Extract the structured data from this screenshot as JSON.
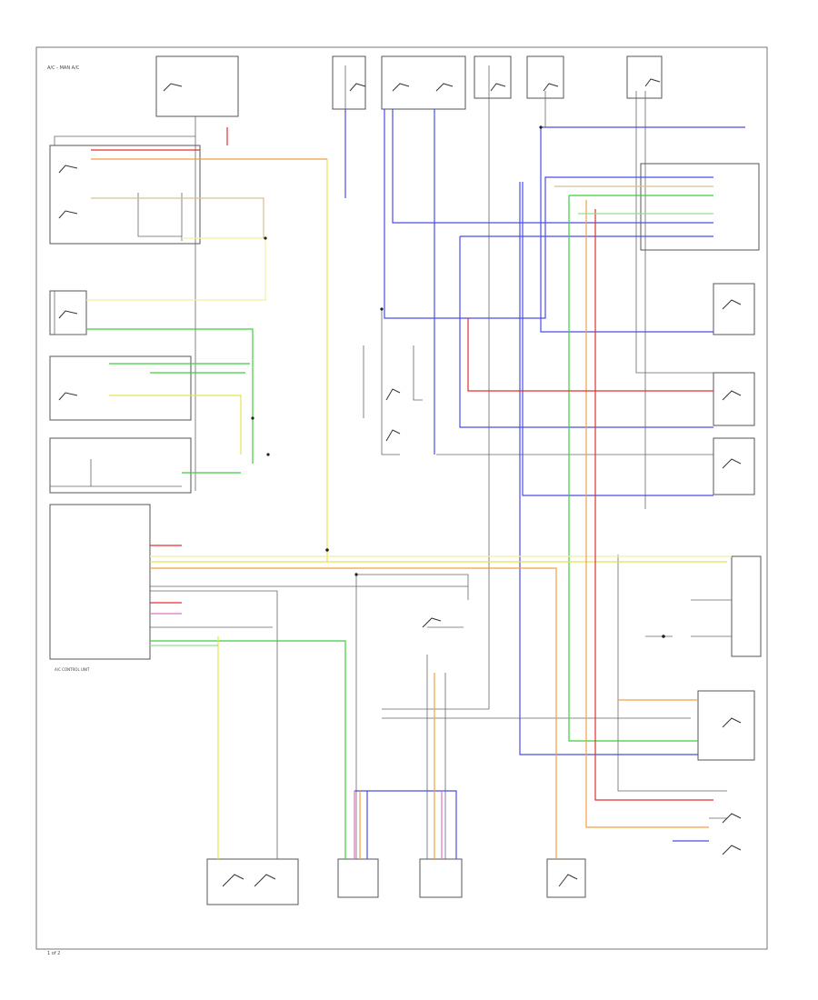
{
  "diagram": {
    "header_label": "A/C - MAN A/C",
    "footer_label": "1 of 2",
    "connector_label": "A/C CONTROL UNIT"
  },
  "colors": {
    "blue": "#4a4ee8",
    "green": "#3ecf3e",
    "yellow": "#e8e24a",
    "orange": "#f0a040",
    "red": "#e03030",
    "pink": "#e070c0",
    "gray": "#999999",
    "lightgreen": "#8fe08f",
    "lightyellow": "#f2efa0",
    "tan": "#d8c090"
  }
}
